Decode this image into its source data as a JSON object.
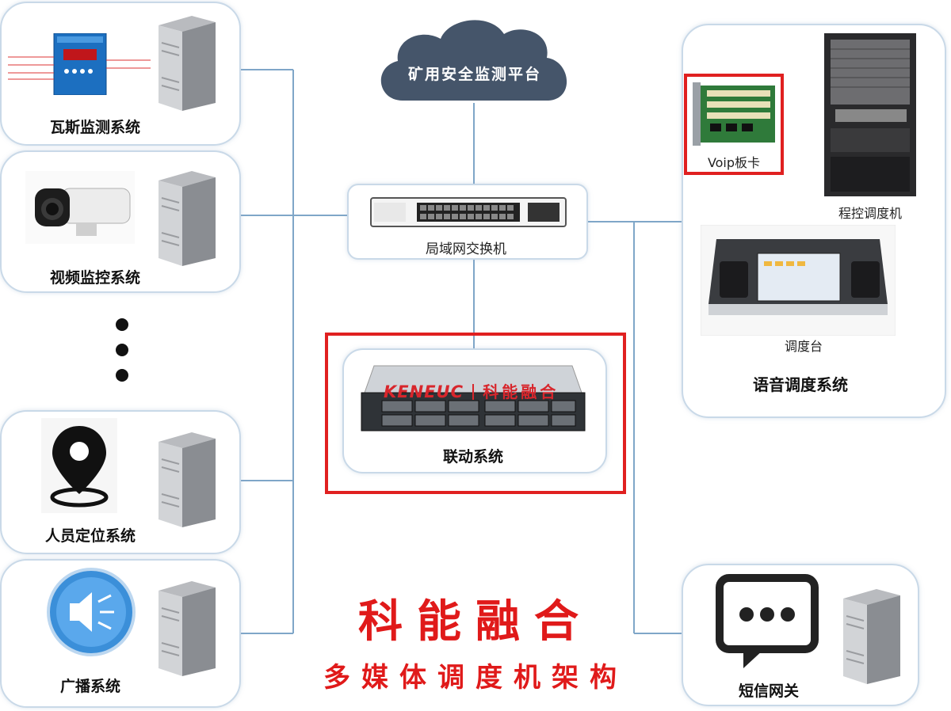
{
  "platform": {
    "label": "矿用安全监测平台"
  },
  "switch": {
    "label": "局域网交换机"
  },
  "linkage": {
    "label": "联动系统",
    "logo_en": "KENEUC",
    "logo_cn": "科能融合"
  },
  "left_systems": {
    "gas": {
      "label": "瓦斯监测系统"
    },
    "video": {
      "label": "视频监控系统"
    },
    "personnel": {
      "label": "人员定位系统"
    },
    "broadcast": {
      "label": "广播系统"
    }
  },
  "voice_system": {
    "label": "语音调度系统",
    "voip_card": "Voip板卡",
    "pbx": "程控调度机",
    "console": "调度台"
  },
  "sms": {
    "label": "短信网关"
  },
  "brand": {
    "title": "科能融合",
    "subtitle": "多媒体调度机架构"
  },
  "colors": {
    "accent_red": "#e01a1a",
    "line_blue": "#7fa6c8",
    "cloud": "#4a5a6e"
  }
}
